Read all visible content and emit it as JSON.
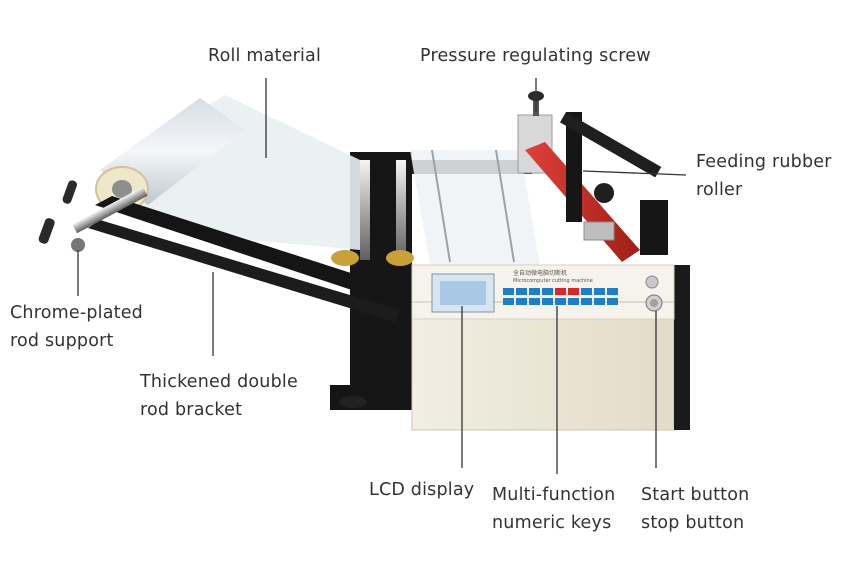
{
  "labels": {
    "roll_material": "Roll material",
    "pressure_screw": "Pressure regulating screw",
    "feeding_roller": [
      "Feeding rubber",
      "roller"
    ],
    "chrome_rod": [
      "Chrome-plated",
      "rod support"
    ],
    "thickened_bracket": [
      "Thickened double",
      "rod bracket"
    ],
    "lcd_display": "LCD display",
    "numeric_keys": [
      "Multi-function",
      "numeric keys"
    ],
    "start_stop": [
      "Start button",
      "stop button"
    ]
  },
  "panel_text": {
    "title_cn": "全自动微电脑切断机",
    "title_en": "Microcomputer cutting machine"
  },
  "colors": {
    "label_text": "#333333",
    "leader_line": "#333333",
    "machine_body": "#ece6d6",
    "frame_black": "#1b1b1b",
    "panel_blue": "#1f7fc6",
    "panel_red": "#d8262b",
    "lcd_screen": "#a9c8e4",
    "feed_roller_red": "#b7271f"
  },
  "icons": [
    "machine-illustration"
  ]
}
